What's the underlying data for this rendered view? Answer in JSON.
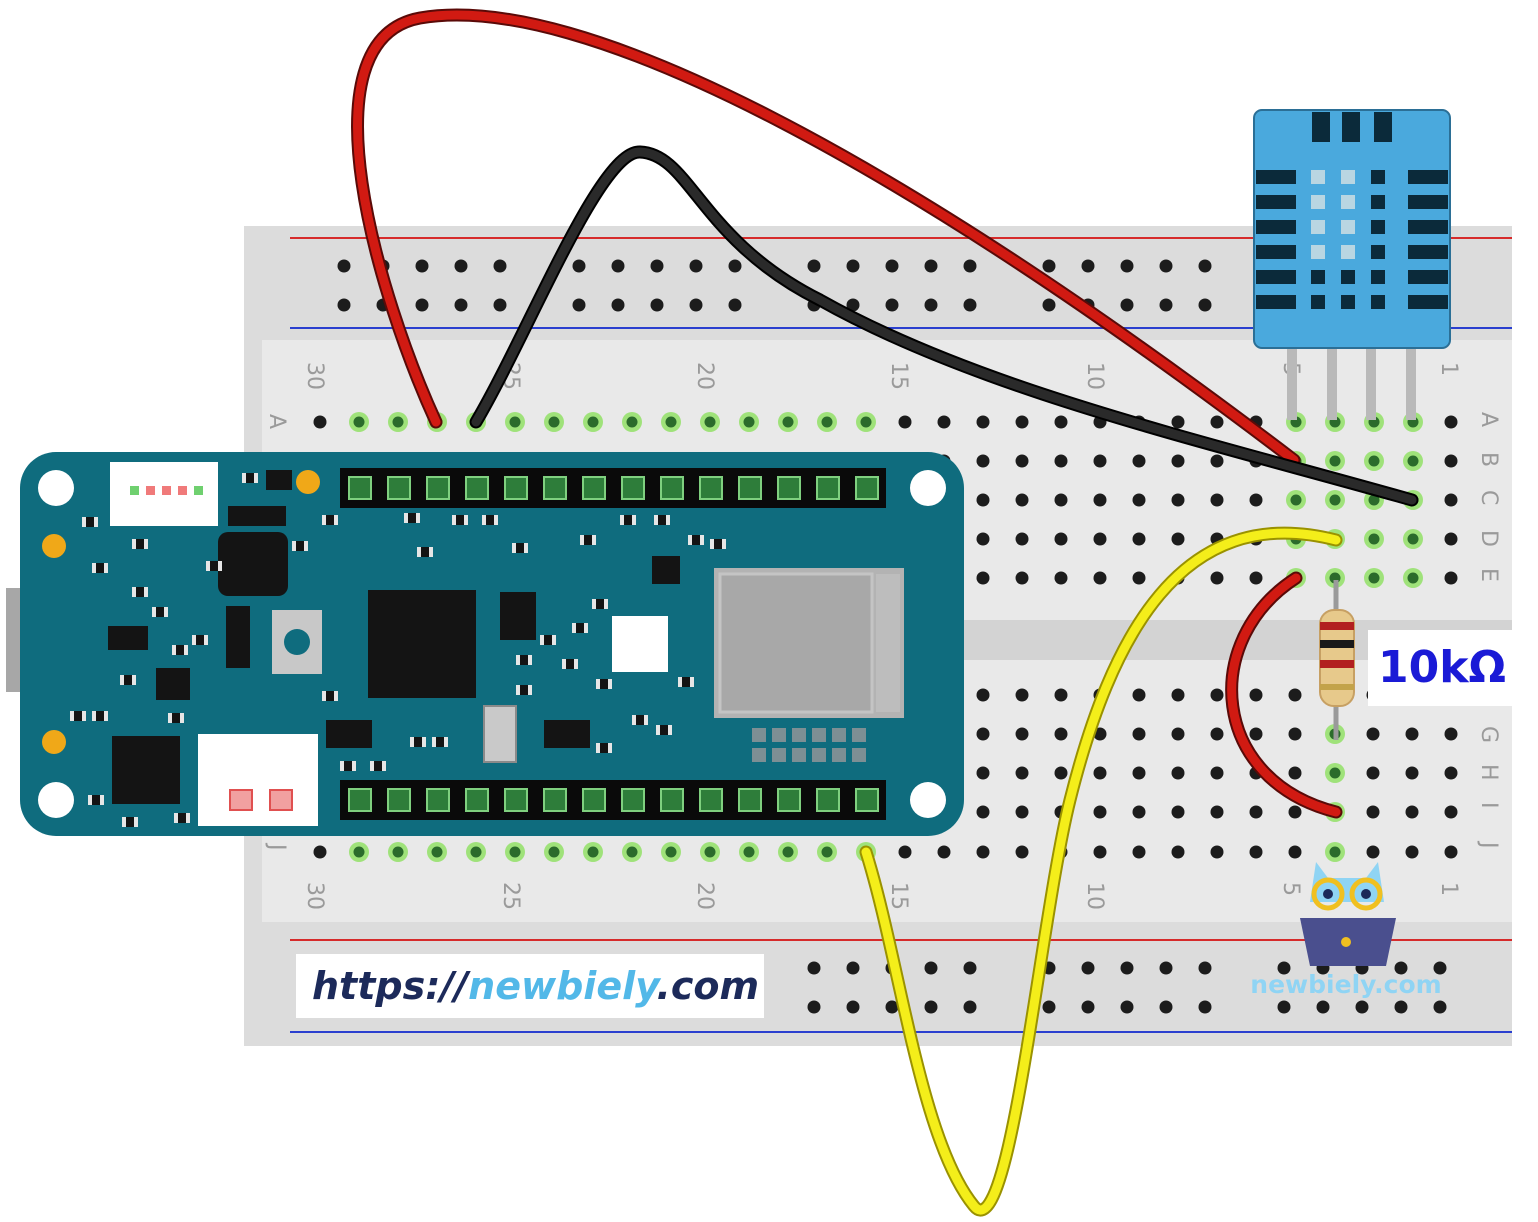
{
  "resistor": {
    "label": "10kΩ"
  },
  "website": {
    "prefix": "https://",
    "brand": "newbiely",
    "suffix": ".com"
  },
  "brand_logo": {
    "text": "newbiely.com"
  },
  "breadboard": {
    "col_numbers": [
      "30",
      "25",
      "20",
      "15",
      "10",
      "5",
      "1"
    ],
    "row_letters_left_top": "A",
    "row_letters_right_top": [
      "A",
      "B",
      "C",
      "D",
      "E"
    ],
    "row_letters_right_bottom": [
      "G",
      "H",
      "I",
      "J"
    ],
    "row_letter_left_bottom": "J"
  },
  "components": [
    "Arduino MKR board",
    "DHT11 sensor",
    "10kΩ resistor"
  ],
  "wire_colors": {
    "power": "#d11a12",
    "ground": "#1a1a1a",
    "signal": "#f4ee1a",
    "pullup": "#d11a12"
  },
  "board_color": "#0f6c7e",
  "sensor_color": "#4aa9dd"
}
